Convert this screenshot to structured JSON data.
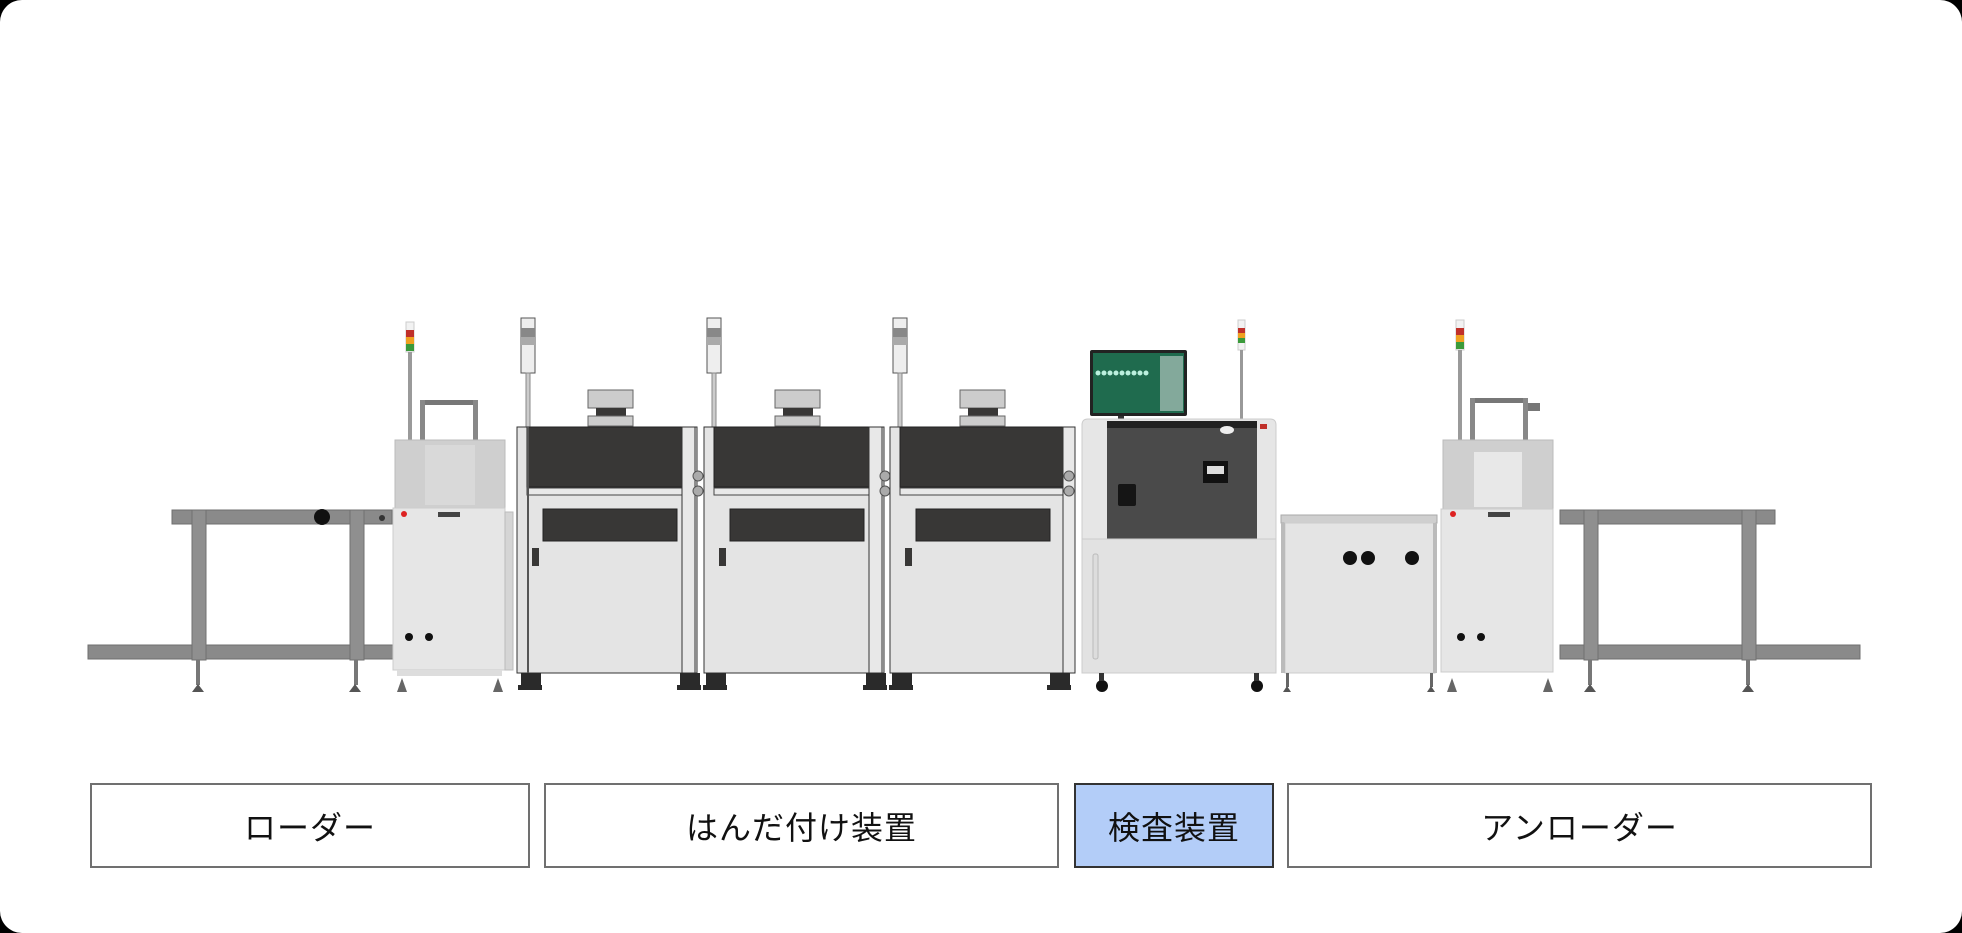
{
  "line": {
    "stations": [
      {
        "id": "loader",
        "label": "ローダー",
        "selected": false
      },
      {
        "id": "soldering",
        "label": "はんだ付け装置",
        "selected": false
      },
      {
        "id": "inspection",
        "label": "検査装置",
        "selected": true
      },
      {
        "id": "unloader",
        "label": "アンローダー",
        "selected": false
      }
    ]
  },
  "colors": {
    "selected_bg": "#b3cdf8",
    "selected_border": "#333333",
    "default_border": "#707070",
    "machine_dark": "#383736",
    "machine_light": "#e4e4e4",
    "conveyor_gray": "#8a8a8a",
    "signal_red": "#c0302a",
    "signal_amber": "#f0a020",
    "signal_green": "#3a9a3a",
    "monitor_green": "#1f6b4e"
  },
  "illustration": {
    "machines": [
      "left-conveyor",
      "loader",
      "soldering-unit-1",
      "soldering-unit-2",
      "soldering-unit-3",
      "inspection-machine",
      "buffer-unit",
      "unloader",
      "right-conveyor"
    ]
  }
}
